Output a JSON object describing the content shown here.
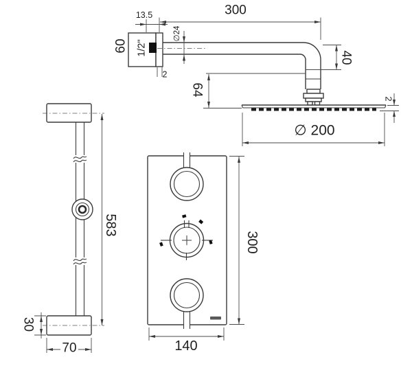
{
  "page": {
    "title": "Shower system technical drawing"
  },
  "colors": {
    "background": "#ffffff",
    "outline": "#3a3a3a",
    "dimension_line": "#4a4a4a",
    "text": "#1f1f1f",
    "black_fill": "#111111"
  },
  "shower_arm": {
    "length": "300",
    "plate_offset": "13.5",
    "plate_size": "60",
    "thread_size": "1/2\"",
    "arm_diameter": "∅24",
    "plate_lip": "2",
    "elbow_drop": "40"
  },
  "shower_head": {
    "drop_offset": "64",
    "edge_thickness": "2",
    "diameter": "∅ 200"
  },
  "slide_rail": {
    "length": "583",
    "base_height": "30",
    "base_width": "70"
  },
  "valve_panel": {
    "height": "300",
    "width": "140"
  }
}
